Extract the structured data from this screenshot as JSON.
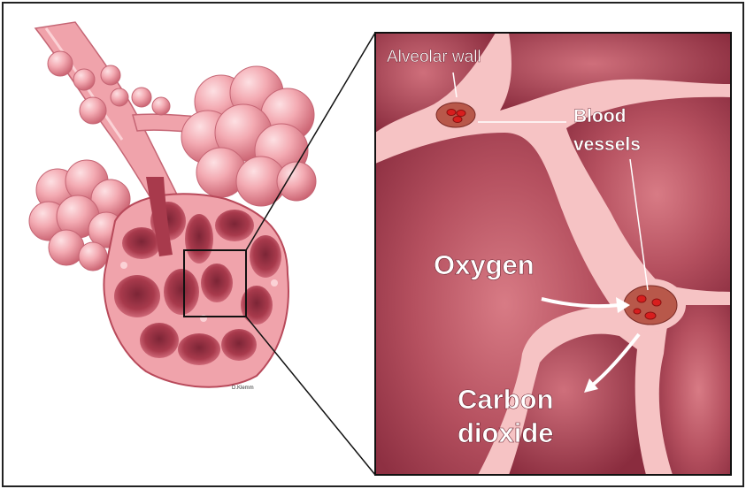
{
  "labels": {
    "alveolar_wall": "Alveolar wall",
    "blood_vessels_line1": "Blood",
    "blood_vessels_line2": "vessels",
    "oxygen": "Oxygen",
    "co2_line1": "Carbon",
    "co2_line2": "dioxide",
    "signature": "D.Klemm"
  },
  "colors": {
    "alveolus_light": "#f3aab2",
    "alveolus_mid": "#e07a87",
    "alveolus_dark": "#b8495a",
    "cavity": "#a83a4c",
    "cavity_deep": "#7c2536",
    "wall": "#f6c3c4",
    "vessel_fill": "#b8584a",
    "rbc": "#d81e1e",
    "label_text": "#ffffff",
    "outline": "#2a1a1a"
  }
}
